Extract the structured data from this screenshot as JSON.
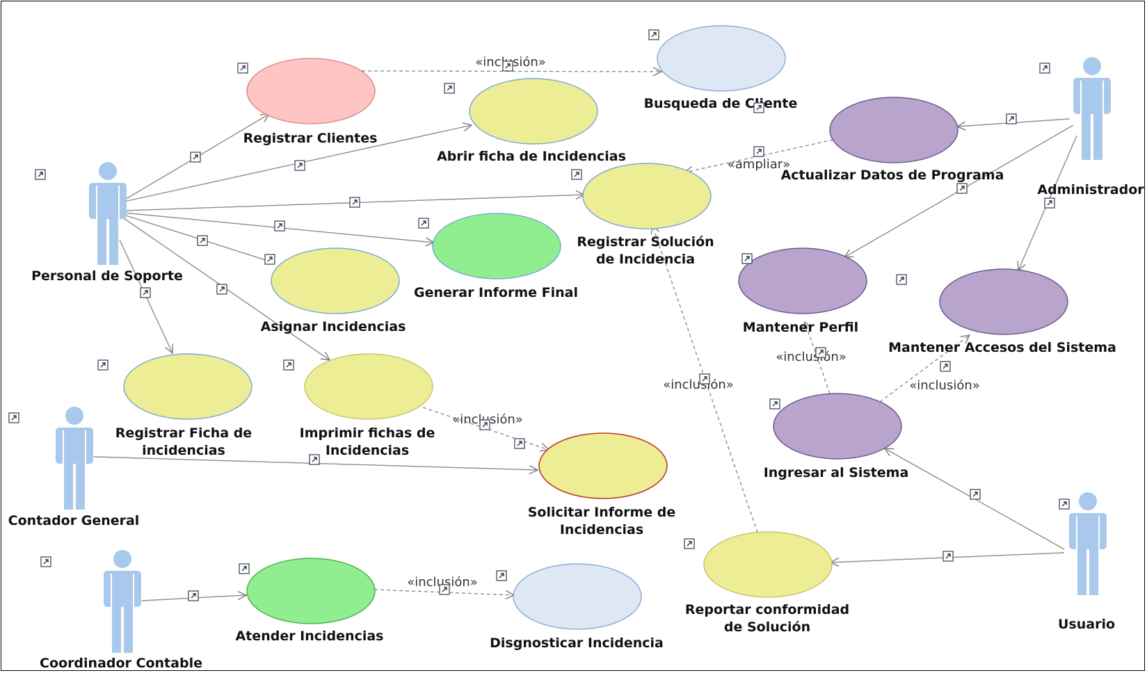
{
  "diagram": {
    "type": "use-case",
    "actors": [
      {
        "id": "soporte",
        "label": "Personal de Soporte"
      },
      {
        "id": "contador",
        "label": "Contador General"
      },
      {
        "id": "coordinador",
        "label": "Coordinador Contable"
      },
      {
        "id": "admin",
        "label": "Administrador"
      },
      {
        "id": "usuario",
        "label": "Usuario"
      }
    ],
    "use_cases": [
      {
        "id": "registrar-clientes",
        "lines": [
          "Registrar  Clientes"
        ],
        "color": "#ffc4c4"
      },
      {
        "id": "busqueda-cliente",
        "lines": [
          "Busqueda de Cliente"
        ],
        "color": "#dde8f4"
      },
      {
        "id": "abrir-ficha",
        "lines": [
          "Abrir ficha de Incidencias"
        ],
        "color": "#eded95"
      },
      {
        "id": "registrar-solucion",
        "lines": [
          "Registrar Solución",
          "de Incidencia"
        ],
        "color": "#eded95"
      },
      {
        "id": "generar-informe",
        "lines": [
          "Generar Informe Final"
        ],
        "color": "#90ee90"
      },
      {
        "id": "asignar",
        "lines": [
          "Asignar Incidencias"
        ],
        "color": "#eded95"
      },
      {
        "id": "registrar-ficha",
        "lines": [
          "Registrar Ficha de",
          "incidencias"
        ],
        "color": "#eded95"
      },
      {
        "id": "imprimir-fichas",
        "lines": [
          "Imprimir fichas de",
          "Incidencias"
        ],
        "color": "#eded95"
      },
      {
        "id": "solicitar-informe",
        "lines": [
          "Solicitar Informe de",
          "Incidencias"
        ],
        "color": "#eded95"
      },
      {
        "id": "atender",
        "lines": [
          "Atender Incidencias"
        ],
        "color": "#90ee90"
      },
      {
        "id": "disgnosticar",
        "lines": [
          "Disgnosticar Incidencia"
        ],
        "color": "#dde8f4"
      },
      {
        "id": "actualizar-datos",
        "lines": [
          "Actualizar Datos de Programa"
        ],
        "color": "#b8a4cc"
      },
      {
        "id": "mantener-perfil",
        "lines": [
          "Mantener Perfil"
        ],
        "color": "#b8a4cc"
      },
      {
        "id": "mantener-accesos",
        "lines": [
          "Mantener Accesos del Sistema"
        ],
        "color": "#b8a4cc"
      },
      {
        "id": "ingresar",
        "lines": [
          "Ingresar al Sistema"
        ],
        "color": "#b8a4cc"
      },
      {
        "id": "reportar",
        "lines": [
          "Reportar conformidad",
          "de Solución"
        ],
        "color": "#eded95"
      }
    ],
    "stereotypes": {
      "inclusion": "«inclusión»",
      "ampliar": "«ampliar»"
    },
    "relationships": [
      {
        "from": "soporte",
        "to": "registrar-clientes",
        "kind": "association"
      },
      {
        "from": "soporte",
        "to": "abrir-ficha",
        "kind": "association"
      },
      {
        "from": "soporte",
        "to": "registrar-solucion",
        "kind": "association"
      },
      {
        "from": "soporte",
        "to": "generar-informe",
        "kind": "association"
      },
      {
        "from": "soporte",
        "to": "asignar",
        "kind": "association"
      },
      {
        "from": "soporte",
        "to": "imprimir-fichas",
        "kind": "association"
      },
      {
        "from": "soporte",
        "to": "registrar-ficha",
        "kind": "association"
      },
      {
        "from": "contador",
        "to": "solicitar-informe",
        "kind": "association"
      },
      {
        "from": "coordinador",
        "to": "atender",
        "kind": "association"
      },
      {
        "from": "admin",
        "to": "actualizar-datos",
        "kind": "association"
      },
      {
        "from": "admin",
        "to": "mantener-perfil",
        "kind": "association"
      },
      {
        "from": "admin",
        "to": "mantener-accesos",
        "kind": "association"
      },
      {
        "from": "usuario",
        "to": "ingresar",
        "kind": "association"
      },
      {
        "from": "usuario",
        "to": "reportar",
        "kind": "association"
      },
      {
        "from": "registrar-clientes",
        "to": "busqueda-cliente",
        "kind": "include"
      },
      {
        "from": "imprimir-fichas",
        "to": "solicitar-informe",
        "kind": "include"
      },
      {
        "from": "atender",
        "to": "disgnosticar",
        "kind": "include"
      },
      {
        "from": "ingresar",
        "to": "mantener-perfil",
        "kind": "include"
      },
      {
        "from": "ingresar",
        "to": "mantener-accesos",
        "kind": "include"
      },
      {
        "from": "reportar",
        "to": "registrar-solucion",
        "kind": "include"
      },
      {
        "from": "actualizar-datos",
        "to": "registrar-solucion",
        "kind": "extend"
      }
    ]
  }
}
